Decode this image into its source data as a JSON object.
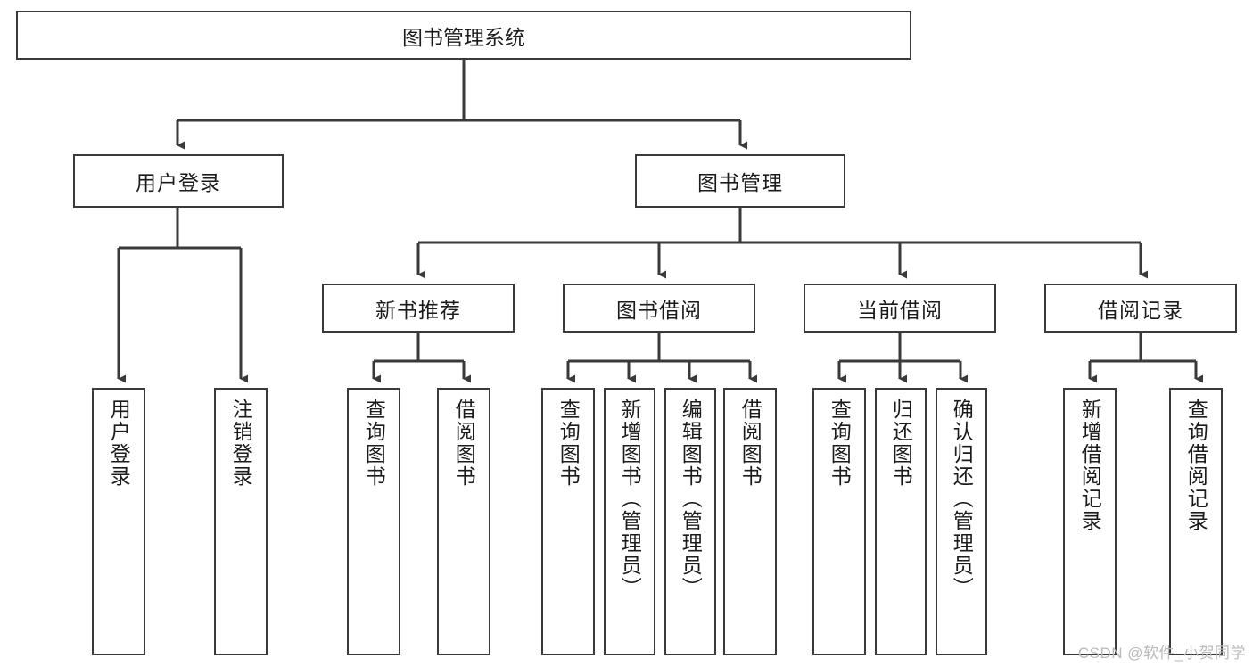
{
  "diagram": {
    "title": "图书管理系统",
    "root": {
      "label": "图书管理系统"
    },
    "level2": [
      {
        "label": "用户登录"
      },
      {
        "label": "图书管理"
      }
    ],
    "level3": [
      {
        "label": "新书推荐"
      },
      {
        "label": "图书借阅"
      },
      {
        "label": "当前借阅"
      },
      {
        "label": "借阅记录"
      }
    ],
    "leaves": [
      {
        "label": "用户登录"
      },
      {
        "label": "注销登录"
      },
      {
        "label": "查询图书"
      },
      {
        "label": "借阅图书"
      },
      {
        "label": "查询图书"
      },
      {
        "label": "新增图书（管理员）"
      },
      {
        "label": "编辑图书（管理员）"
      },
      {
        "label": "借阅图书"
      },
      {
        "label": "查询图书"
      },
      {
        "label": "归还图书"
      },
      {
        "label": "确认归还（管理员）"
      },
      {
        "label": "新增借阅记录"
      },
      {
        "label": "查询借阅记录"
      }
    ]
  },
  "watermark": {
    "text": "CSDN @软件_小贺同学"
  },
  "colors": {
    "stroke": "#3a3a3a",
    "background": "#ffffff",
    "text": "#1b1b1b",
    "watermark": "#b9b9b9"
  }
}
